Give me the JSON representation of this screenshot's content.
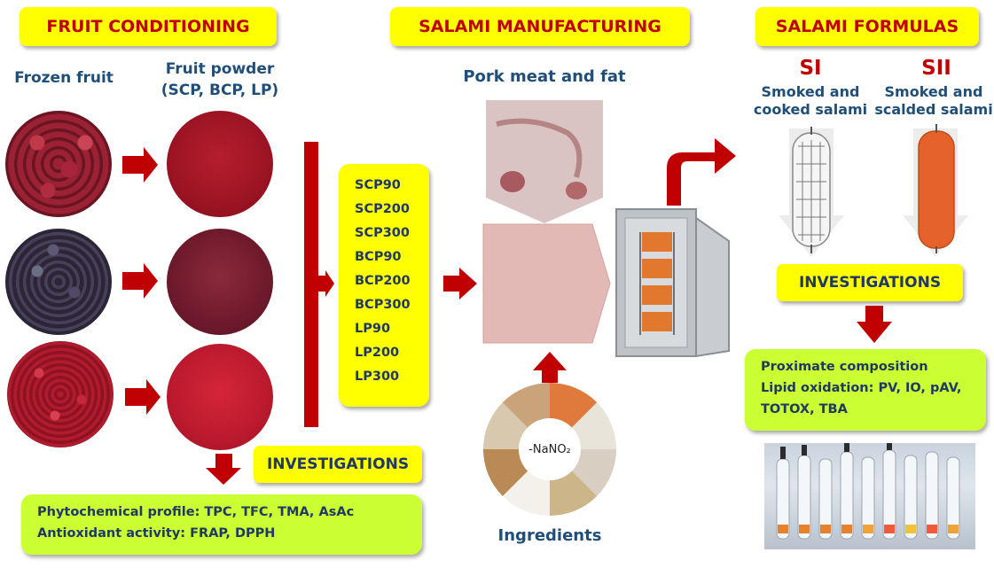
{
  "headers": {
    "fruit_conditioning": "FRUIT CONDITIONING",
    "salami_manufacturing": "SALAMI MANUFACTURING",
    "salami_formulas": "SALAMI FORMULAS"
  },
  "fruit": {
    "frozen_label": "Frozen fruit",
    "powder_label_line1": "Fruit powder",
    "powder_label_line2": "(SCP, BCP, LP)"
  },
  "samples": [
    "SCP90",
    "SCP200",
    "SCP300",
    "BCP90",
    "BCP200",
    "BCP300",
    "LP90",
    "LP200",
    "LP300"
  ],
  "manufacturing": {
    "meat_label": "Pork meat and fat",
    "ingredients_label": "Ingredients",
    "additive_label": "-NaNO₂"
  },
  "formulas": {
    "s1_code": "SI",
    "s1_line1": "Smoked and",
    "s1_line2": "cooked salami",
    "s2_code": "SII",
    "s2_line1": "Smoked and",
    "s2_line2": "scalded salami"
  },
  "investigations": {
    "left_label": "INVESTIGATIONS",
    "right_label": "INVESTIGATIONS",
    "left_items": [
      "Phytochemical profile: TPC, TFC, TMA, AsAc",
      "Antioxidant activity: FRAP, DPPH"
    ],
    "right_items": [
      "Proximate composition",
      "Lipid oxidation: PV, IO, pAV,",
      "TOTOX, TBA"
    ]
  },
  "colors": {
    "header_bg": "#ffff00",
    "header_text": "#c00000",
    "label_text": "#1f4e79",
    "green_box": "#ccff33",
    "arrow_red": "#c00000"
  }
}
